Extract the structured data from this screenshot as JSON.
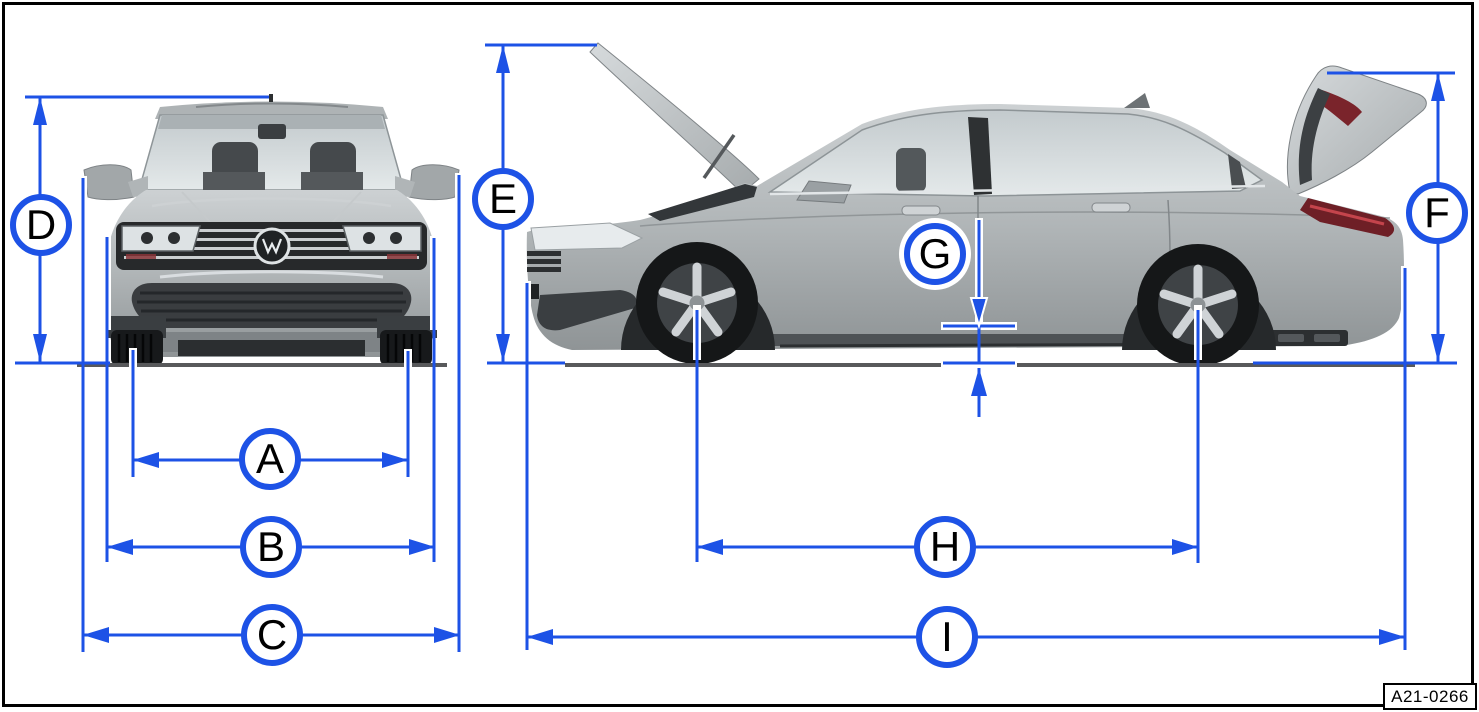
{
  "figure": {
    "drawing_code": "A21-0266",
    "subject": "vehicle dimensions diagram, front view and side view of sedan",
    "colors": {
      "dimension_blue": "#1d52e6",
      "ground_gray": "#58595b",
      "frame_black": "#000000",
      "car_silver": "#b3b8ba"
    },
    "front_view_markers": [
      "A",
      "B",
      "C",
      "D"
    ],
    "side_view_markers": [
      "E",
      "F",
      "G",
      "H",
      "I"
    ],
    "markers": {
      "A": "A",
      "B": "B",
      "C": "C",
      "D": "D",
      "E": "E",
      "F": "F",
      "G": "G",
      "H": "H",
      "I": "I"
    }
  }
}
